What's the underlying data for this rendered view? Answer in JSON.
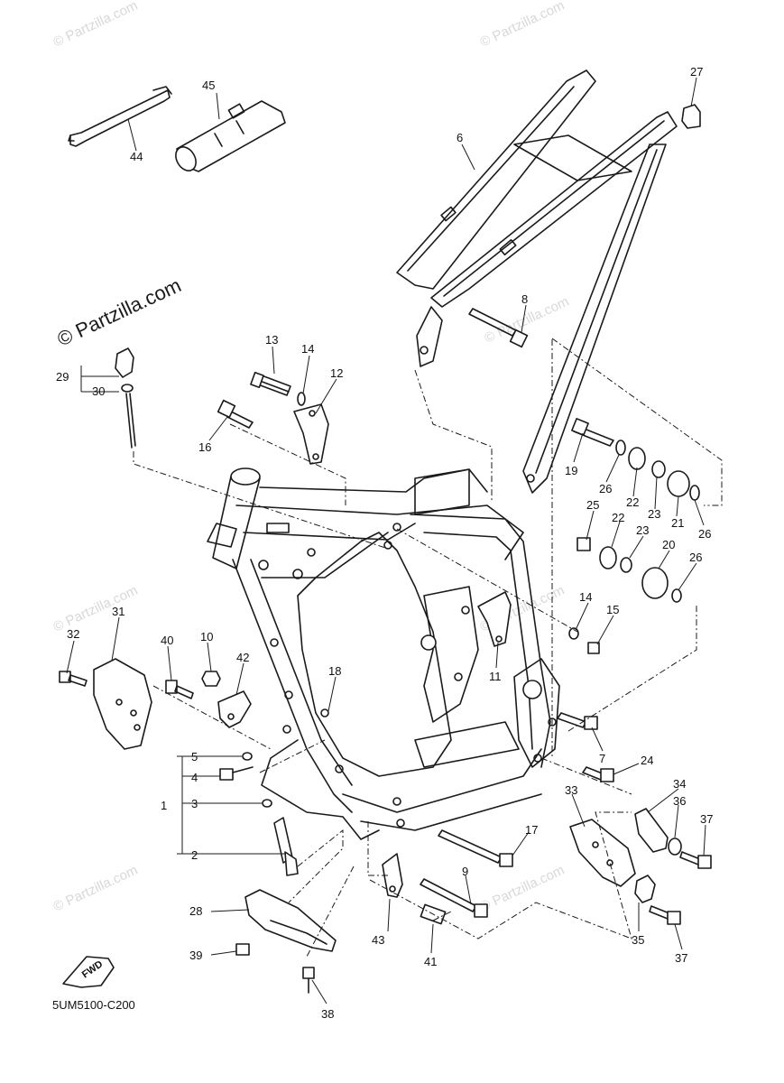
{
  "watermark": {
    "text": "© Partzilla.com"
  },
  "diagram_code": "5UM5100-C200",
  "fwd_label": "FWD",
  "callouts": [
    {
      "id": "c1",
      "label": "1"
    },
    {
      "id": "c2",
      "label": "2"
    },
    {
      "id": "c3",
      "label": "3"
    },
    {
      "id": "c4",
      "label": "4"
    },
    {
      "id": "c5",
      "label": "5"
    },
    {
      "id": "c6",
      "label": "6"
    },
    {
      "id": "c7",
      "label": "7"
    },
    {
      "id": "c8",
      "label": "8"
    },
    {
      "id": "c9",
      "label": "9"
    },
    {
      "id": "c10",
      "label": "10"
    },
    {
      "id": "c11",
      "label": "11"
    },
    {
      "id": "c12",
      "label": "12"
    },
    {
      "id": "c13",
      "label": "13"
    },
    {
      "id": "c14a",
      "label": "14"
    },
    {
      "id": "c14b",
      "label": "14"
    },
    {
      "id": "c15",
      "label": "15"
    },
    {
      "id": "c16",
      "label": "16"
    },
    {
      "id": "c17",
      "label": "17"
    },
    {
      "id": "c18",
      "label": "18"
    },
    {
      "id": "c19",
      "label": "19"
    },
    {
      "id": "c20",
      "label": "20"
    },
    {
      "id": "c21",
      "label": "21"
    },
    {
      "id": "c22a",
      "label": "22"
    },
    {
      "id": "c22b",
      "label": "22"
    },
    {
      "id": "c23a",
      "label": "23"
    },
    {
      "id": "c23b",
      "label": "23"
    },
    {
      "id": "c24",
      "label": "24"
    },
    {
      "id": "c25",
      "label": "25"
    },
    {
      "id": "c26a",
      "label": "26"
    },
    {
      "id": "c26b",
      "label": "26"
    },
    {
      "id": "c26c",
      "label": "26"
    },
    {
      "id": "c27",
      "label": "27"
    },
    {
      "id": "c28",
      "label": "28"
    },
    {
      "id": "c29",
      "label": "29"
    },
    {
      "id": "c30",
      "label": "30"
    },
    {
      "id": "c31",
      "label": "31"
    },
    {
      "id": "c32",
      "label": "32"
    },
    {
      "id": "c33",
      "label": "33"
    },
    {
      "id": "c34",
      "label": "34"
    },
    {
      "id": "c35",
      "label": "35"
    },
    {
      "id": "c36",
      "label": "36"
    },
    {
      "id": "c37a",
      "label": "37"
    },
    {
      "id": "c37b",
      "label": "37"
    },
    {
      "id": "c38",
      "label": "38"
    },
    {
      "id": "c39",
      "label": "39"
    },
    {
      "id": "c40",
      "label": "40"
    },
    {
      "id": "c41",
      "label": "41"
    },
    {
      "id": "c42",
      "label": "42"
    },
    {
      "id": "c43",
      "label": "43"
    },
    {
      "id": "c44",
      "label": "44"
    },
    {
      "id": "c45",
      "label": "45"
    }
  ]
}
